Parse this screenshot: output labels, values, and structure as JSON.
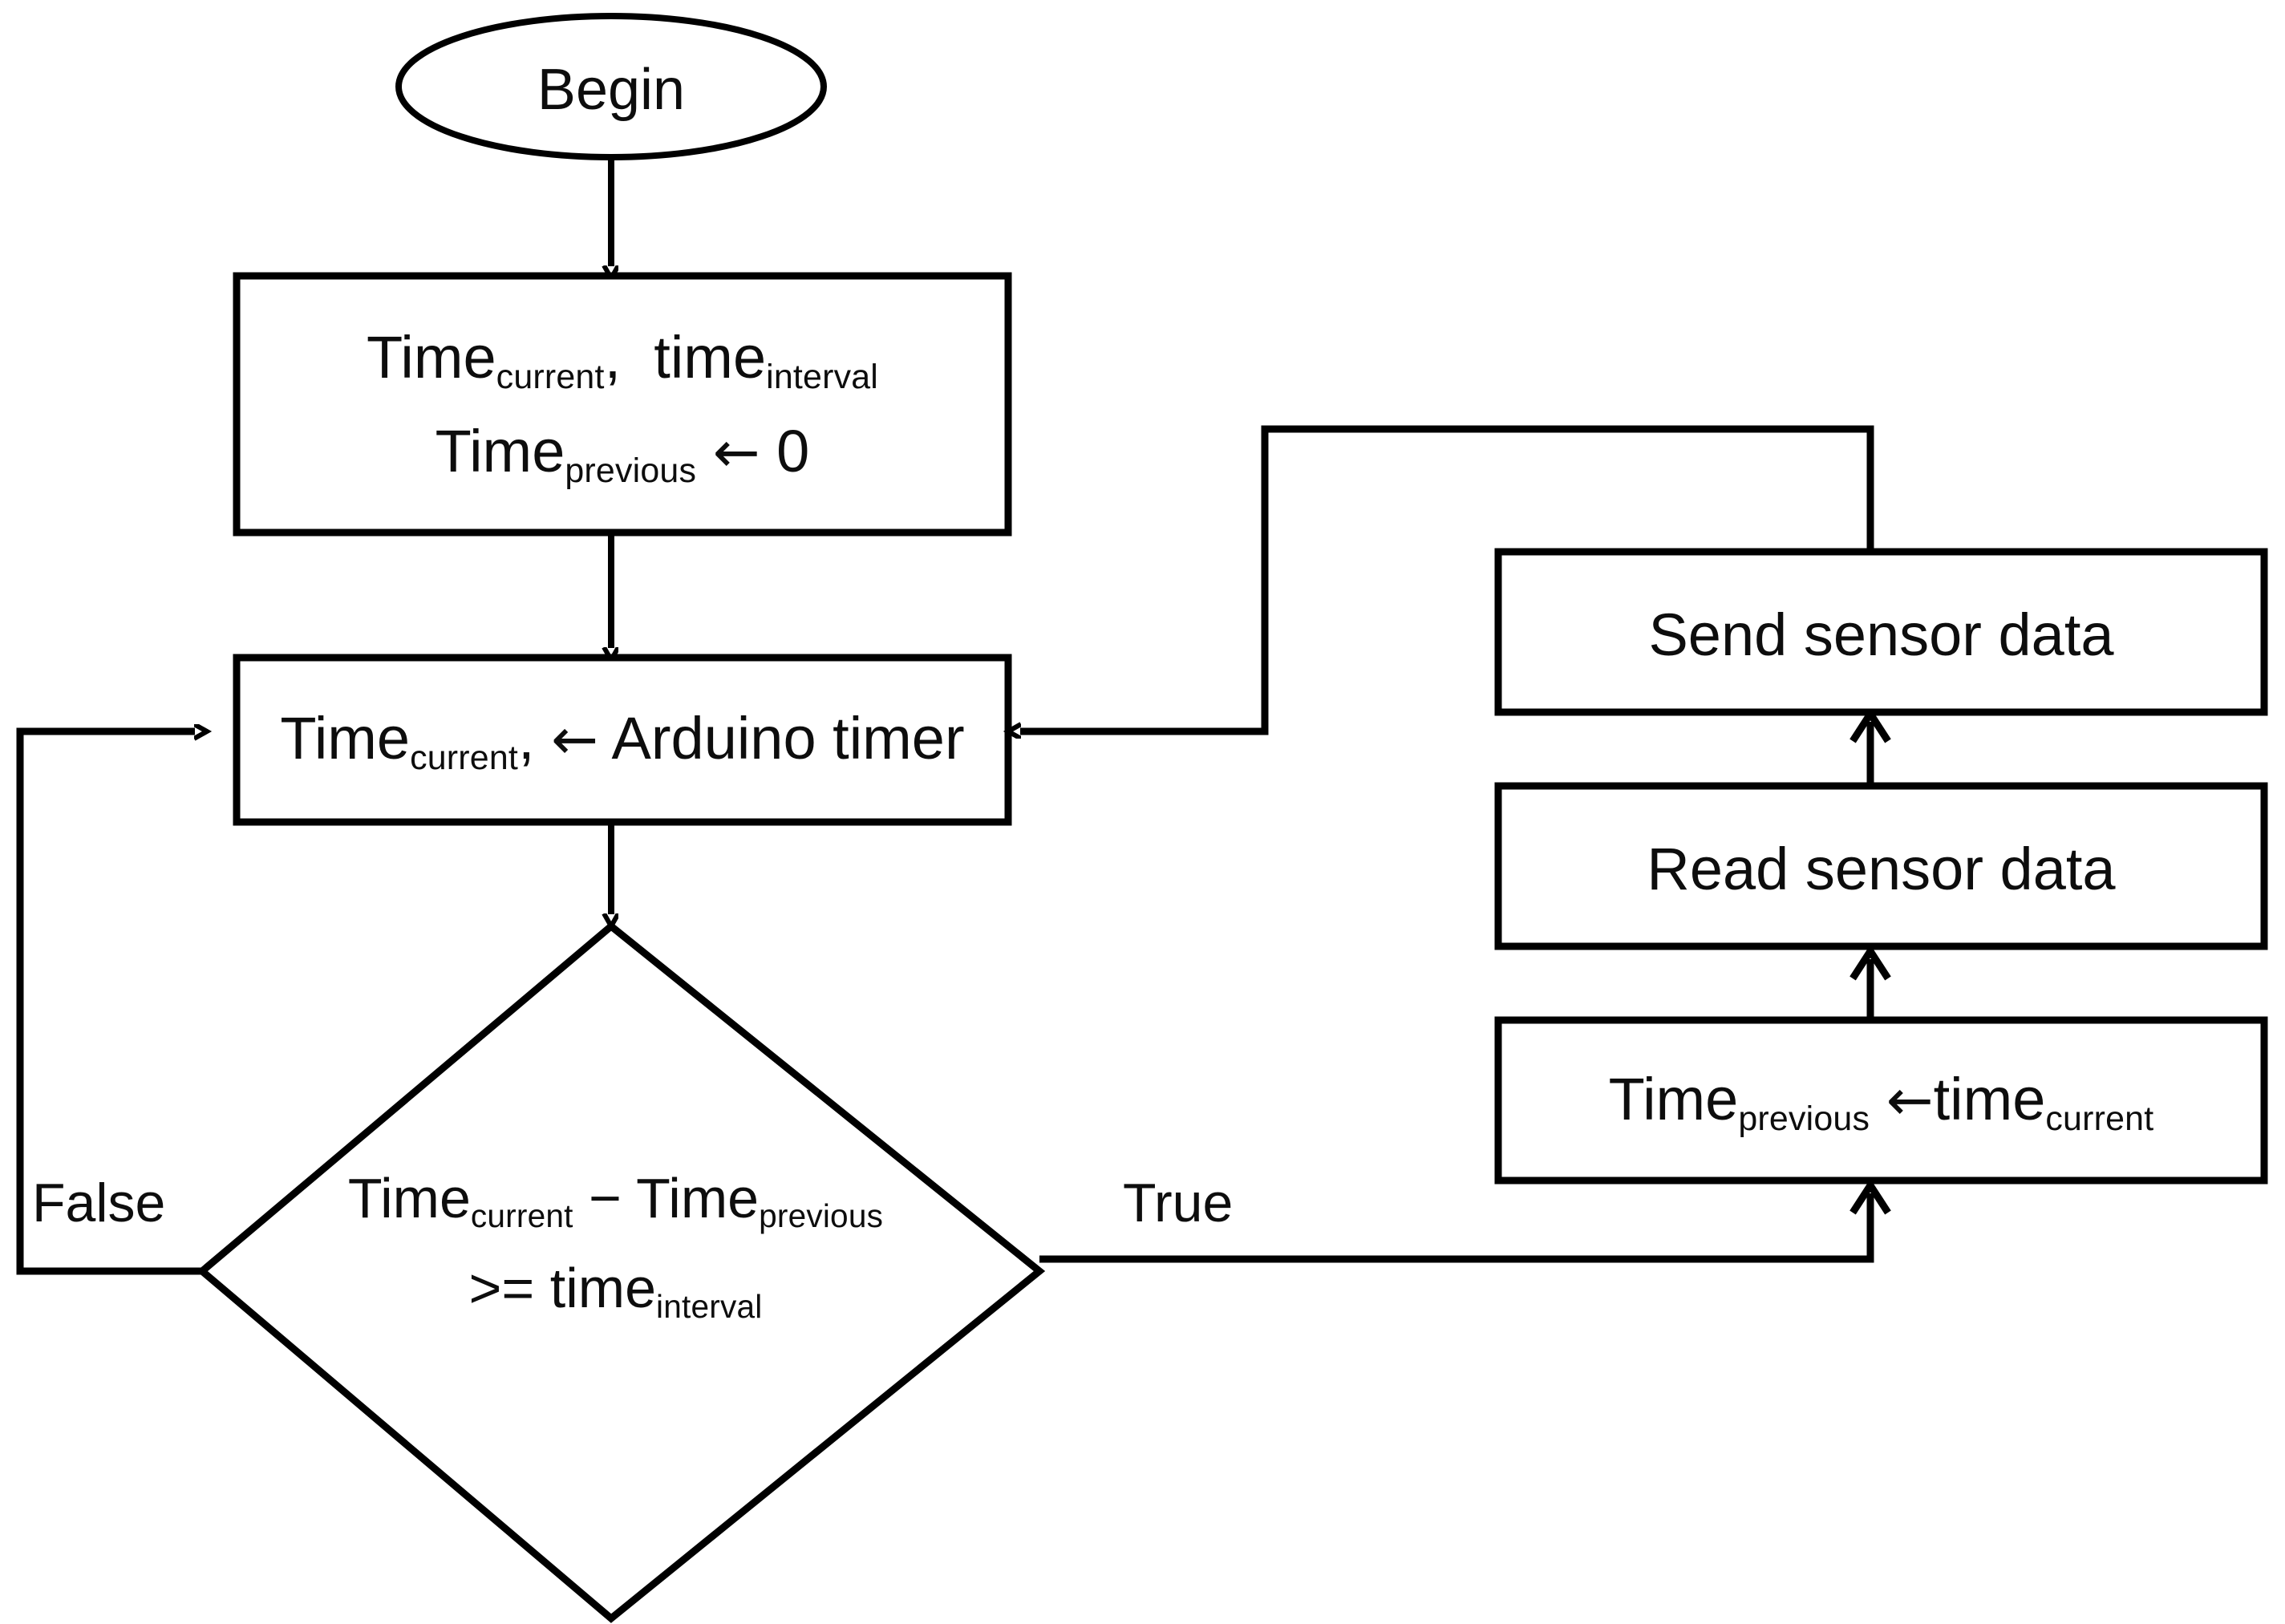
{
  "diagram": {
    "title": "Arduino sensor timing flowchart",
    "type": "flowchart",
    "background_color": "#ffffff",
    "stroke_color": "#000000",
    "text_color": "#0d0d0d",
    "subscript_color": "#1a1a1a"
  },
  "nodes": {
    "begin": {
      "shape": "ellipse",
      "label": "Begin"
    },
    "init": {
      "shape": "rectangle",
      "line1_main_a": "Time",
      "line1_sub_a": "current",
      "line1_sep": ",",
      "line1_main_b": "time",
      "line1_sub_b": "interval",
      "line2_main": "Time",
      "line2_sub": "previous",
      "line2_arrow": "←",
      "line2_value": "0"
    },
    "read_timer": {
      "shape": "rectangle",
      "main": "Time",
      "sub": "current",
      "comma": ",",
      "arrow": "←",
      "source": "Arduino timer"
    },
    "decision": {
      "shape": "diamond",
      "line1_main_a": "Time",
      "line1_sub_a": "current",
      "line1_op": "−",
      "line1_main_b": "Time",
      "line1_sub_b": "previous",
      "line2_op": ">=",
      "line2_main": "time",
      "line2_sub": "interval"
    },
    "update_previous": {
      "shape": "rectangle",
      "main_a": "Time",
      "sub_a": "previous",
      "arrow": "←",
      "main_b": "time",
      "sub_b": "current"
    },
    "read_sensor": {
      "shape": "rectangle",
      "label": "Read sensor data"
    },
    "send_sensor": {
      "shape": "rectangle",
      "label": "Send sensor data"
    }
  },
  "edges": {
    "false_label": "False",
    "true_label": "True"
  }
}
